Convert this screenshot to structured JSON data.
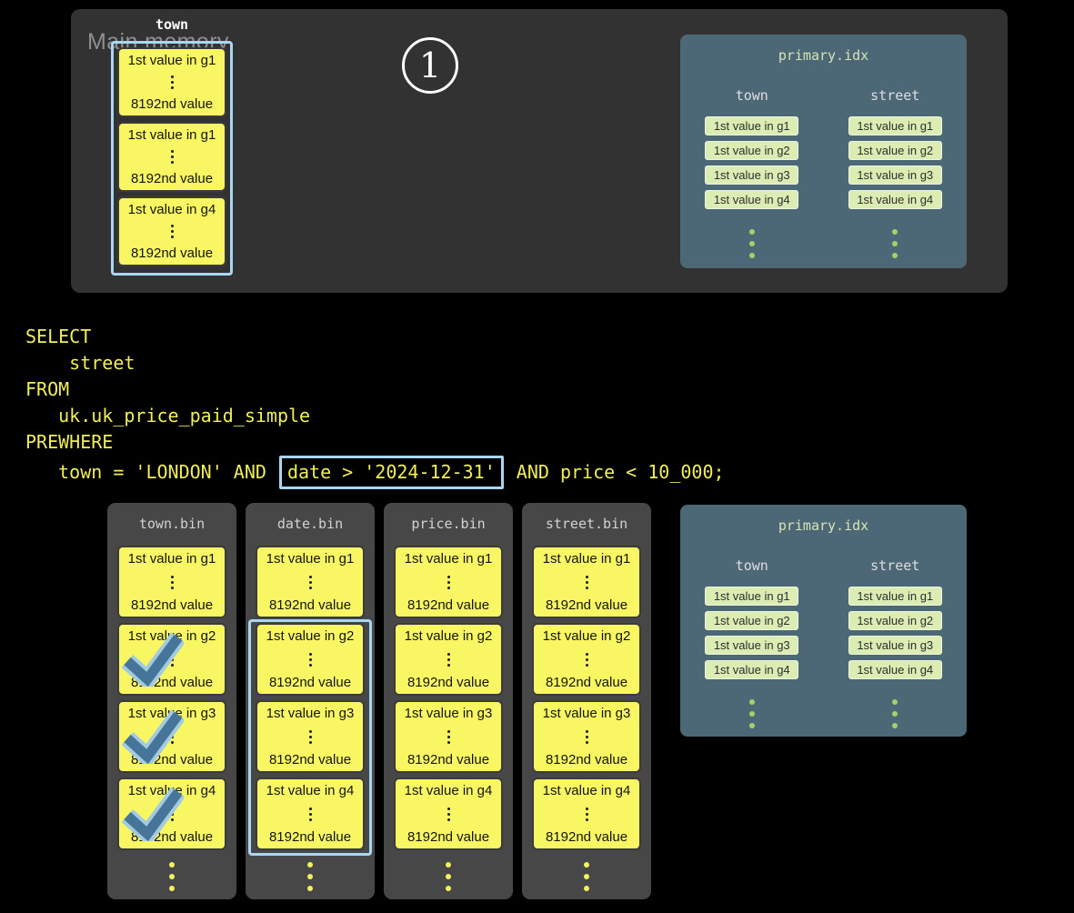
{
  "main_memory": {
    "label": "Main memory",
    "step_number": "1",
    "town_column": {
      "header": "town",
      "blocks": [
        {
          "first": "1st value in g1",
          "last": "8192nd value"
        },
        {
          "first": "1st value in g1",
          "last": "8192nd value"
        },
        {
          "first": "1st value in g4",
          "last": "8192nd value"
        }
      ]
    }
  },
  "primary_idx": {
    "title": "primary.idx",
    "columns": [
      {
        "header": "town",
        "entries": [
          "1st value in g1",
          "1st value in g2",
          "1st value in g3",
          "1st value in g4"
        ]
      },
      {
        "header": "street",
        "entries": [
          "1st value in g1",
          "1st value in g2",
          "1st value in g3",
          "1st value in g4"
        ]
      }
    ]
  },
  "sql": {
    "lines": [
      "SELECT",
      "    street",
      "FROM",
      "   uk.uk_price_paid_simple",
      "PREWHERE"
    ],
    "where_line": {
      "before": "   town = 'LONDON' AND ",
      "highlighted": "date > '2024-12-31'",
      "after": " AND price < 10_000;"
    }
  },
  "bins": [
    {
      "title": "town.bin",
      "blocks": [
        {
          "first": "1st value in g1",
          "last": "8192nd value"
        },
        {
          "first": "1st value in g2",
          "last": "8192nd value"
        },
        {
          "first": "1st value in g3",
          "last": "8192nd value"
        },
        {
          "first": "1st value in g4",
          "last": "8192nd value"
        }
      ],
      "checked_granules": [
        "g2",
        "g3",
        "g4"
      ]
    },
    {
      "title": "date.bin",
      "blocks": [
        {
          "first": "1st value in g1",
          "last": "8192nd value"
        },
        {
          "first": "1st value in g2",
          "last": "8192nd value"
        },
        {
          "first": "1st value in g3",
          "last": "8192nd value"
        },
        {
          "first": "1st value in g4",
          "last": "8192nd value"
        }
      ],
      "outlined_granules": [
        "g2",
        "g3",
        "g4"
      ]
    },
    {
      "title": "price.bin",
      "blocks": [
        {
          "first": "1st value in g1",
          "last": "8192nd value"
        },
        {
          "first": "1st value in g2",
          "last": "8192nd value"
        },
        {
          "first": "1st value in g3",
          "last": "8192nd value"
        },
        {
          "first": "1st value in g4",
          "last": "8192nd value"
        }
      ]
    },
    {
      "title": "street.bin",
      "blocks": [
        {
          "first": "1st value in g1",
          "last": "8192nd value"
        },
        {
          "first": "1st value in g2",
          "last": "8192nd value"
        },
        {
          "first": "1st value in g3",
          "last": "8192nd value"
        },
        {
          "first": "1st value in g4",
          "last": "8192nd value"
        }
      ]
    }
  ],
  "colors": {
    "background": "#000000",
    "memory_panel": "#323232",
    "bin_panel": "#474747",
    "index_panel": "#4c6877",
    "granule_yellow": "#f8f763",
    "index_chip_green": "#dcedb4",
    "sql_text": "#f1ee58",
    "selection_blue": "#a9d7f2",
    "check_blue": "#47759a"
  }
}
